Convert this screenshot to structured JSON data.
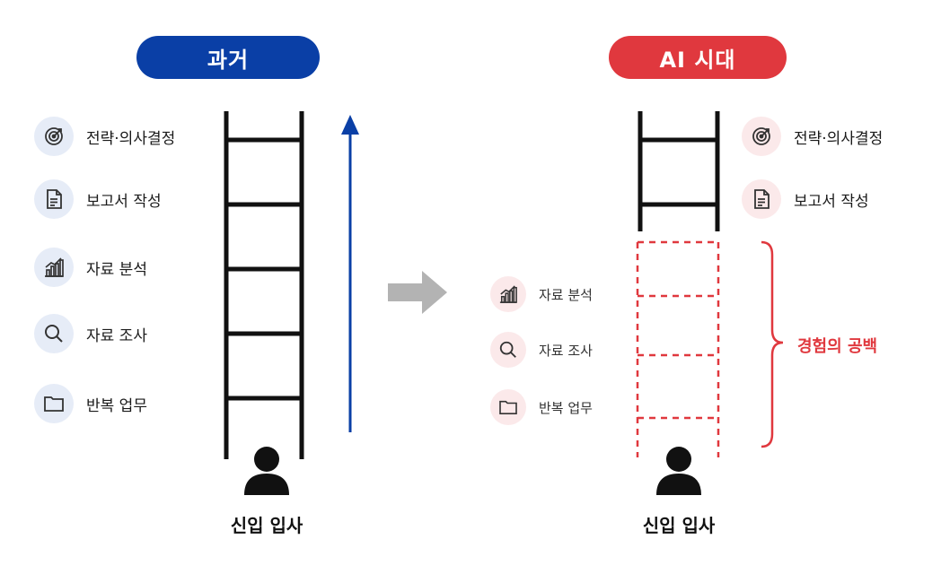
{
  "past": {
    "title": "과거",
    "items": [
      {
        "label": "전략·의사결정",
        "icon": "target-icon"
      },
      {
        "label": "보고서 작성",
        "icon": "document-icon"
      },
      {
        "label": "자료 분석",
        "icon": "chart-icon"
      },
      {
        "label": "자료 조사",
        "icon": "search-icon"
      },
      {
        "label": "반복 업무",
        "icon": "folder-icon"
      }
    ],
    "caption": "신입 입사"
  },
  "ai": {
    "title": "AI 시대",
    "top_items": [
      {
        "label": "전략·의사결정",
        "icon": "target-icon"
      },
      {
        "label": "보고서 작성",
        "icon": "document-icon"
      }
    ],
    "missing_items": [
      {
        "label": "자료 분석",
        "icon": "chart-icon"
      },
      {
        "label": "자료 조사",
        "icon": "search-icon"
      },
      {
        "label": "반복 업무",
        "icon": "folder-icon"
      }
    ],
    "gap_label": "경험의 공백",
    "caption": "신입 입사"
  },
  "colors": {
    "past_accent": "#0a3fa6",
    "ai_accent": "#e0383e",
    "arrow_gray": "#b3b3b3",
    "ladder": "#111111"
  }
}
